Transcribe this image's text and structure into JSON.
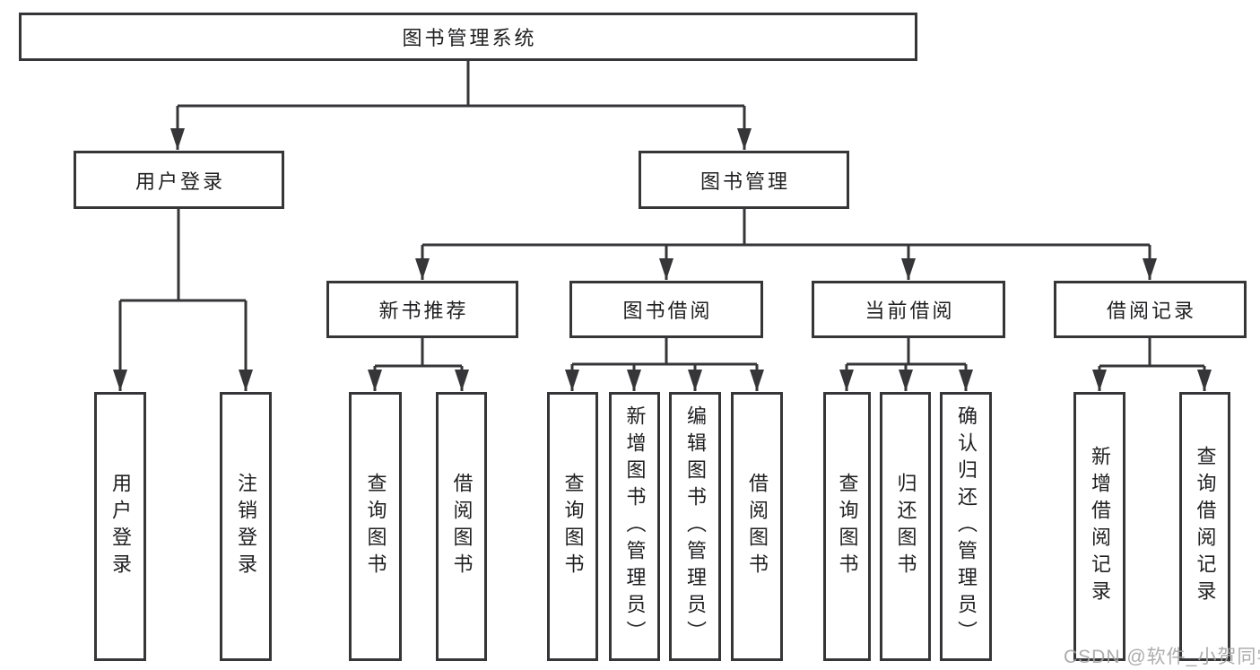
{
  "diagram": {
    "type": "hierarchy-tree",
    "title": "图书管理系统",
    "colors": {
      "line": "#363639",
      "box_border": "#363639",
      "box_fill": "#ffffff",
      "text": "#1f1f21",
      "watermark": "#a6a6a6",
      "background": "#ffffff"
    },
    "tree": {
      "label": "图书管理系统",
      "children": [
        {
          "label": "用户登录",
          "children": [
            {
              "label": "用户登录"
            },
            {
              "label": "注销登录"
            }
          ]
        },
        {
          "label": "图书管理",
          "children": [
            {
              "label": "新书推荐",
              "children": [
                {
                  "label": "查询图书"
                },
                {
                  "label": "借阅图书"
                }
              ]
            },
            {
              "label": "图书借阅",
              "children": [
                {
                  "label": "查询图书"
                },
                {
                  "label": "新增图书（管理员）"
                },
                {
                  "label": "编辑图书（管理员）"
                },
                {
                  "label": "借阅图书"
                }
              ]
            },
            {
              "label": "当前借阅",
              "children": [
                {
                  "label": "查询图书"
                },
                {
                  "label": "归还图书"
                },
                {
                  "label": "确认归还（管理员）"
                }
              ]
            },
            {
              "label": "借阅记录",
              "children": [
                {
                  "label": "新增借阅记录"
                },
                {
                  "label": "查询借阅记录"
                }
              ]
            }
          ]
        }
      ]
    },
    "watermark": {
      "text": "CSDN @软件_小贺同学"
    }
  }
}
